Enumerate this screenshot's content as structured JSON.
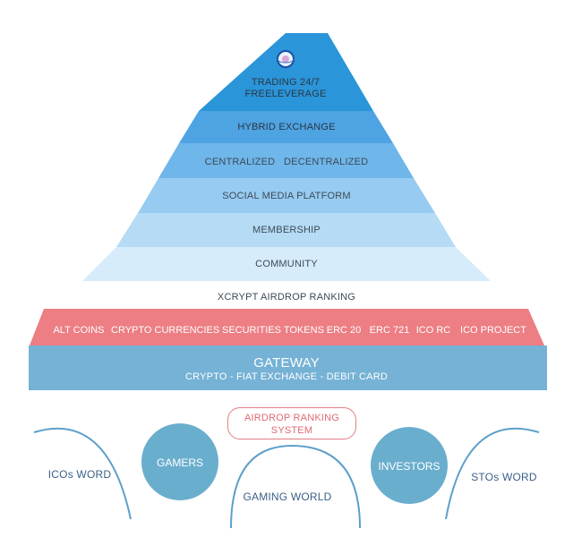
{
  "pyramid": {
    "logo_icon": "globe-logo-icon",
    "tiers": [
      {
        "label": "TRADING 24/7",
        "label2": "FREELEVERAGE",
        "color": "#2a95d9"
      },
      {
        "label": "HYBRID EXCHANGE",
        "color": "#4ea3e2"
      },
      {
        "label": "CENTRALIZED   DECENTRALIZED",
        "color": "#6fb6ea"
      },
      {
        "label": "SOCIAL MEDIA PLATFORM",
        "color": "#97cbf1"
      },
      {
        "label": "MEMBERSHIP",
        "color": "#b5dbf5"
      },
      {
        "label": "COMMUNITY",
        "color": "#d6ecfa"
      }
    ]
  },
  "airdrop_ranking_label": "XCRYPT AIRDROP RANKING",
  "tokens_band": {
    "color": "#ec7e84",
    "items": [
      "ALT COINS",
      "CRYPTO CURRENCIES",
      "SECURITIES TOKENS",
      "ERC 20",
      "ERC 721",
      "ICO RC",
      "ICO PROJECT"
    ]
  },
  "gateway": {
    "title": "GATEWAY",
    "subtitle": "CRYPTO - FIAT EXCHANGE - DEBIT CARD",
    "color": "#75b2d5"
  },
  "bottom": {
    "airdrop_system": {
      "line1": "AIRDROP RANKING",
      "line2": "SYSTEM"
    },
    "icos_word": "ICOs WORD",
    "gamers": "GAMERS",
    "gaming_world": "GAMING WORLD",
    "investors": "INVESTORS",
    "stos_word": "STOs WORD"
  }
}
